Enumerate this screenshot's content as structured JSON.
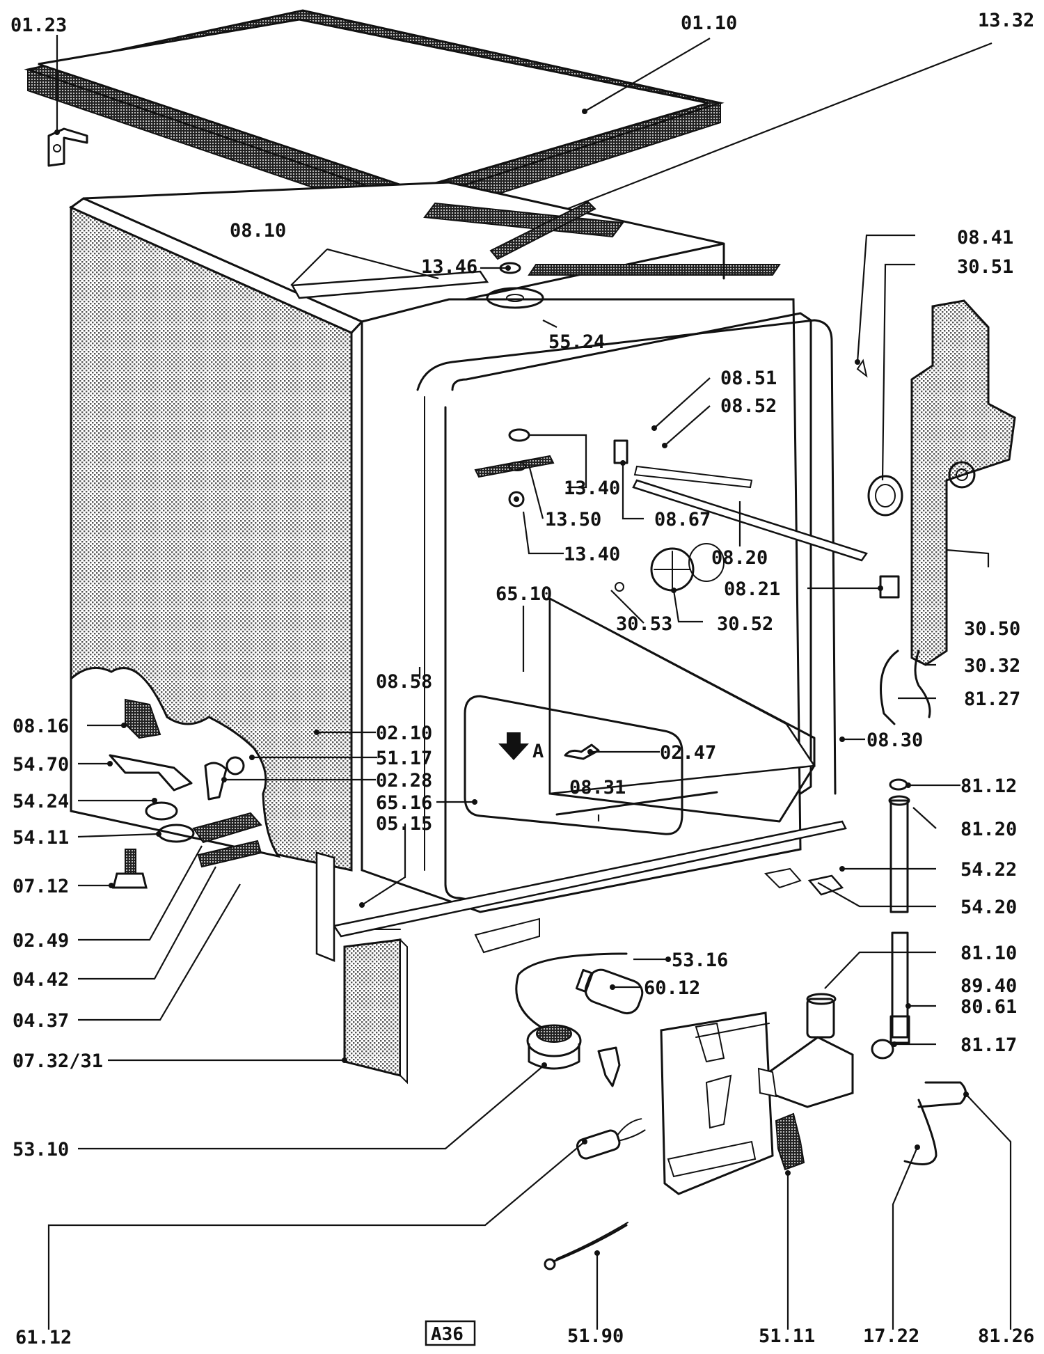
{
  "diagram_code": "A36",
  "callout_labels": [
    "01.23",
    "01.10",
    "13.32",
    "08.10",
    "13.46",
    "55.24",
    "08.41",
    "30.51",
    "08.51",
    "08.52",
    "13.40",
    "13.50",
    "13.40",
    "08.67",
    "08.20",
    "08.21",
    "30.53",
    "30.52",
    "30.50",
    "65.10",
    "30.32",
    "81.27",
    "08.58",
    "08.16",
    "02.10",
    "54.70",
    "51.17",
    "08.30",
    "02.47",
    "02.28",
    "54.24",
    "65.16",
    "08.31",
    "81.12",
    "05.15",
    "54.11",
    "81.20",
    "54.22",
    "07.12",
    "54.20",
    "02.49",
    "53.16",
    "81.10",
    "60.12",
    "04.42",
    "89.40",
    "80.61",
    "04.37",
    "81.17",
    "07.32/31",
    "53.10",
    "61.12",
    "51.90",
    "51.11",
    "17.22",
    "81.26"
  ],
  "marker_letter": "A"
}
